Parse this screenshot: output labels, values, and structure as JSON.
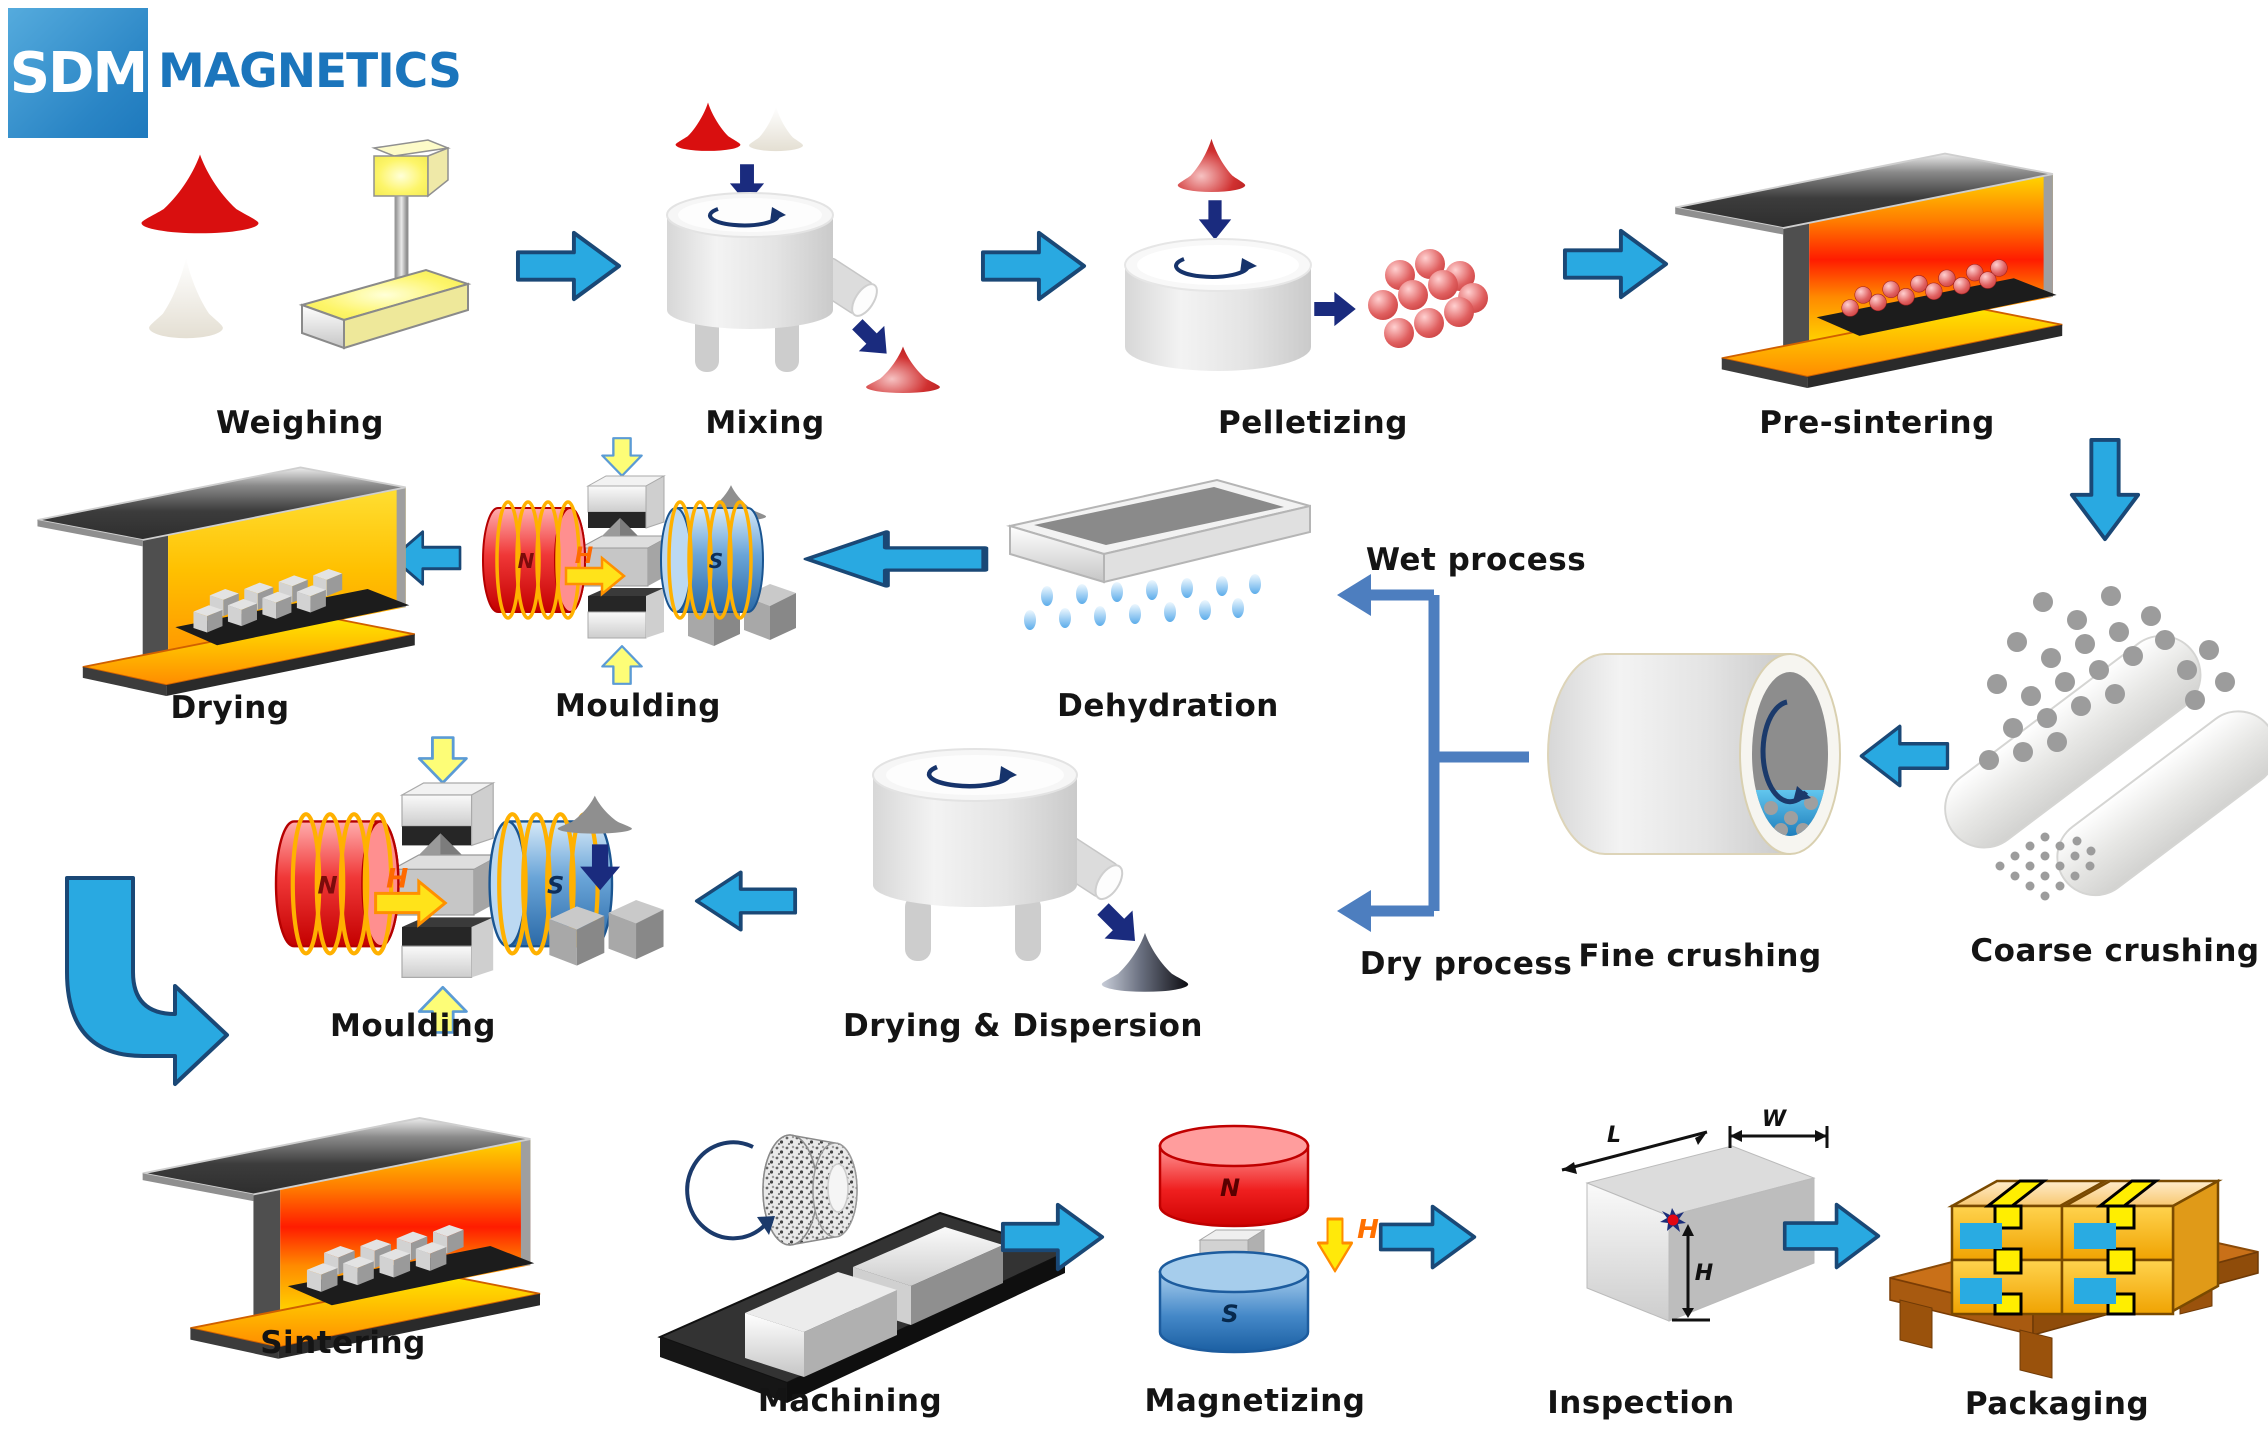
{
  "logo": {
    "abbr": "SDM",
    "name": "MAGNETICS"
  },
  "colors": {
    "flow_arrow_fill": "#29A9E1",
    "flow_arrow_stroke": "#1A4876",
    "small_arrow_navy": "#1A2B7E",
    "branch_line": "#4D7EBF",
    "press_arrow_fill": "#FDFD77",
    "field_arrow_fill": "#FFE90A",
    "label_color": "#141414",
    "logo_blue": "#1B75BC"
  },
  "stages": {
    "weighing": {
      "label": "Weighing"
    },
    "mixing": {
      "label": "Mixing"
    },
    "pelletizing": {
      "label": "Pelletizing"
    },
    "pre_sintering": {
      "label": "Pre-sintering"
    },
    "coarse_crushing": {
      "label": "Coarse crushing"
    },
    "fine_crushing": {
      "label": "Fine crushing"
    },
    "dehydration": {
      "label": "Dehydration"
    },
    "moulding_wet": {
      "label": "Moulding"
    },
    "drying": {
      "label": "Drying"
    },
    "moulding_dry": {
      "label": "Moulding"
    },
    "drying_dispersion": {
      "label": "Drying & Dispersion"
    },
    "sintering": {
      "label": "Sintering"
    },
    "machining": {
      "label": "Machining"
    },
    "magnetizing": {
      "label": "Magnetizing"
    },
    "inspection": {
      "label": "Inspection"
    },
    "packaging": {
      "label": "Packaging"
    }
  },
  "branches": {
    "wet": {
      "label": "Wet process"
    },
    "dry": {
      "label": "Dry process"
    }
  },
  "annotations": {
    "north": "N",
    "south": "S",
    "field": "H",
    "width": "W",
    "length": "L",
    "height": "H"
  }
}
